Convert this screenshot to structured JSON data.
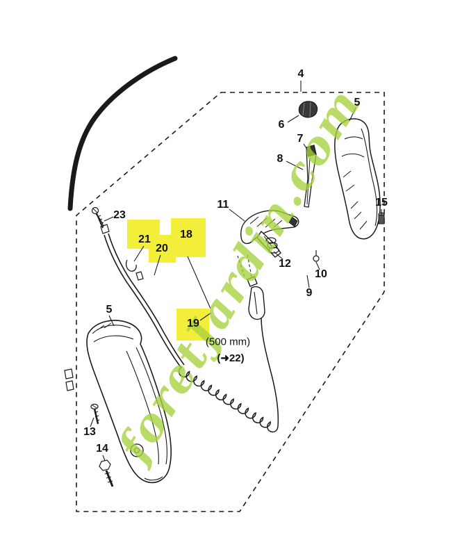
{
  "diagram": {
    "watermark": "foretJardin.com",
    "notes": {
      "length": "(500 mm)",
      "ref": "(➜22)"
    },
    "colors": {
      "background": "#ffffff",
      "line": "#1a1a1a",
      "highlight": "#f2ee3a",
      "watermark_green": "#a6d13e"
    },
    "labels": [
      {
        "text": "4",
        "highlighted": false
      },
      {
        "text": "5",
        "highlighted": false
      },
      {
        "text": "6",
        "highlighted": false
      },
      {
        "text": "7",
        "highlighted": false
      },
      {
        "text": "8",
        "highlighted": false
      },
      {
        "text": "15",
        "highlighted": false
      },
      {
        "text": "11",
        "highlighted": false
      },
      {
        "text": "12",
        "highlighted": false
      },
      {
        "text": "10",
        "highlighted": false
      },
      {
        "text": "9",
        "highlighted": false
      },
      {
        "text": "23",
        "highlighted": false
      },
      {
        "text": "21",
        "highlighted": true
      },
      {
        "text": "20",
        "highlighted": true
      },
      {
        "text": "18",
        "highlighted": true
      },
      {
        "text": "19",
        "highlighted": true
      },
      {
        "text": "5",
        "highlighted": false
      },
      {
        "text": "13",
        "highlighted": false
      },
      {
        "text": "14",
        "highlighted": false
      }
    ]
  }
}
